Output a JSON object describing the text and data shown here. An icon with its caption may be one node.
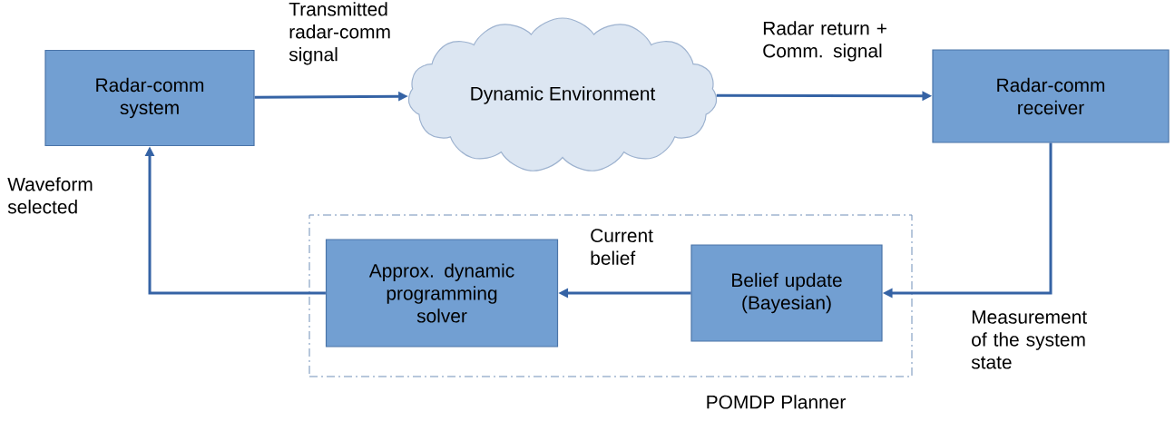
{
  "diagram": {
    "nodes": [
      {
        "text": [
          "Radar-comm system"
        ]
      },
      {
        "text": [
          "Dynamic Environment"
        ]
      },
      {
        "text": [
          "Radar-comm receiver"
        ]
      },
      {
        "text": [
          "POMDP Planner"
        ]
      },
      {
        "text": [
          "Approx. dynamic programming solver"
        ],
        "in": 3
      },
      {
        "text": [
          "Belief update (Bayesian)"
        ],
        "in": 3
      }
    ],
    "edges": [
      {
        "from": 0,
        "to": 1,
        "arrow": "to",
        "label": "Transmitted radar-comm signal"
      },
      {
        "from": 1,
        "to": 2,
        "arrow": "to",
        "label": "Radar return + Comm. signal"
      },
      {
        "from": 2,
        "to": 5,
        "arrow": "to",
        "label": "Measurement of the system state"
      },
      {
        "from": 5,
        "to": 4,
        "arrow": "to",
        "label": "Current belief"
      },
      {
        "from": 4,
        "to": 0,
        "arrow": "to",
        "label": "Waveform selected"
      }
    ]
  }
}
